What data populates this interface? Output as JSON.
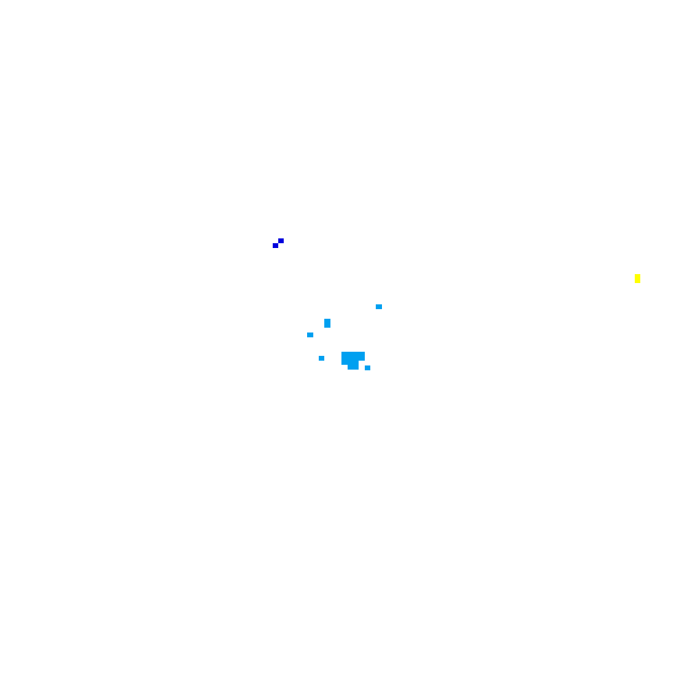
{
  "colors": {
    "background": "#ffffff",
    "dark_blue": "#0000dd",
    "light_blue": "#00a0f0",
    "yellow": "#ffff00"
  },
  "clusters": [
    {
      "name": "dark-blue-pixel-cluster",
      "color": "dark_blue"
    },
    {
      "name": "yellow-pixel-cluster",
      "color": "yellow"
    },
    {
      "name": "light-blue-pixel-cluster",
      "color": "light_blue"
    }
  ]
}
